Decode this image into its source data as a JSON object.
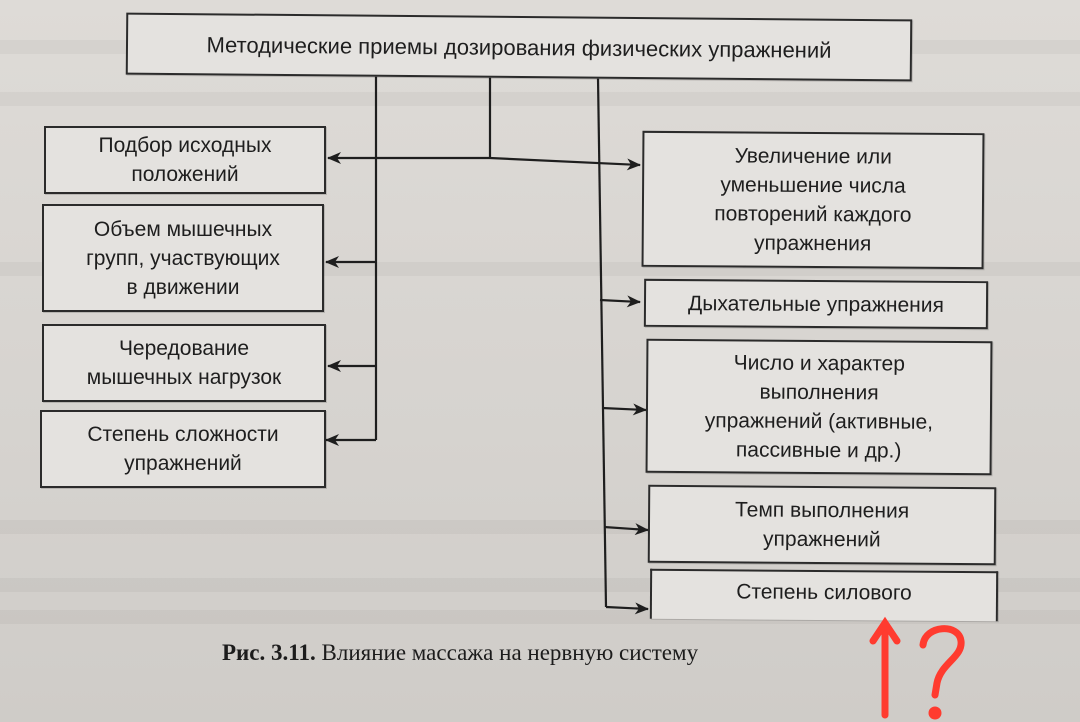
{
  "diagram": {
    "title": "Методические приемы дозирования физических упражнений",
    "left_boxes": [
      {
        "lines": [
          "Подбор исходных",
          "положений"
        ]
      },
      {
        "lines": [
          "Объем мышечных",
          "групп, участвующих",
          "в движении"
        ]
      },
      {
        "lines": [
          "Чередование",
          "мышечных нагрузок"
        ]
      },
      {
        "lines": [
          "Степень сложности",
          "упражнений"
        ]
      }
    ],
    "right_boxes": [
      {
        "lines": [
          "Увеличение или",
          "уменьшение числа",
          "повторений каждого",
          "упражнения"
        ]
      },
      {
        "lines": [
          "Дыхательные упражнения"
        ]
      },
      {
        "lines": [
          "Число и характер",
          "выполнения",
          "упражнений (активные,",
          "пассивные и др.)"
        ]
      },
      {
        "lines": [
          "Темп выполнения",
          "упражнений"
        ]
      },
      {
        "lines": [
          "Степень силового"
        ]
      }
    ]
  },
  "caption": {
    "label": "Рис. 3.11.",
    "text": "Влияние массажа на нервную систему"
  },
  "annotation": {
    "color": "#ff3b2f",
    "symbols": "↑ ?"
  }
}
